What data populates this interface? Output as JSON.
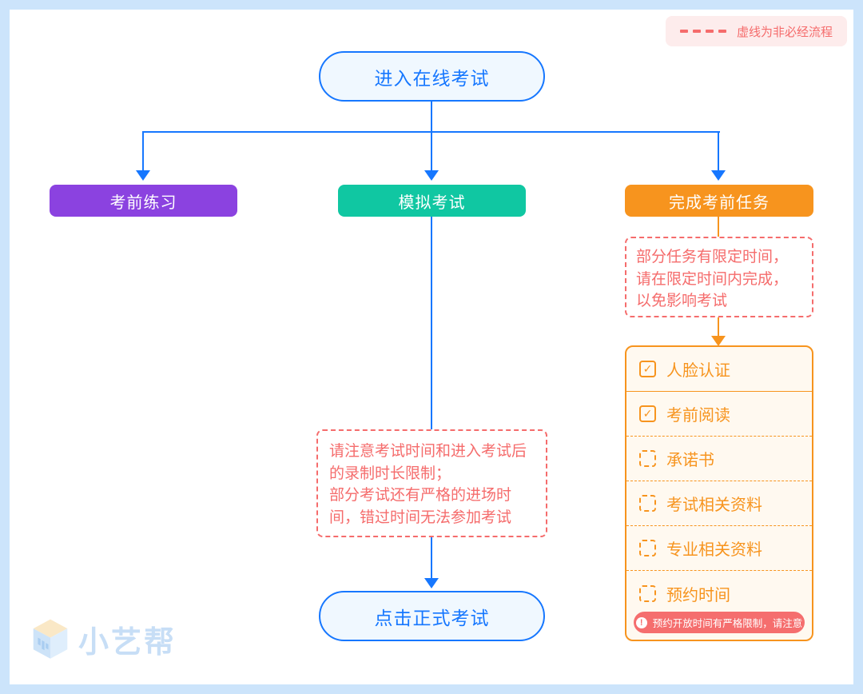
{
  "colors": {
    "blue": "#1677FF",
    "purple": "#8B42E0",
    "green": "#10C7A2",
    "orange": "#F7941E",
    "red": "#F56C6C",
    "badge": "#F56E6E",
    "frame": "#CCE4FB",
    "pillbg": "#F0F8FF",
    "cream": "#FFF9F0",
    "legendbg": "#FDECEC",
    "logo": "#C7DEF6"
  },
  "legend": {
    "dash_label": "虚线为非必经流程"
  },
  "nodes": {
    "start": "进入在线考试",
    "branches": [
      {
        "label": "考前练习"
      },
      {
        "label": "模拟考试"
      },
      {
        "label": "完成考前任务"
      }
    ],
    "task_note": "部分任务有限定时间，请在限定时间内完成，以免影响考试",
    "exam_note_line1": "请注意考试时间和进入考试后的录制时长限制；",
    "exam_note_line2": "部分考试还有严格的进场时间，错过时间无法参加考试",
    "end": "点击正式考试"
  },
  "checklist": {
    "items": [
      {
        "label": "人脸认证",
        "checked": true
      },
      {
        "label": "考前阅读",
        "checked": true
      },
      {
        "label": "承诺书",
        "checked": false
      },
      {
        "label": "考试相关资料",
        "checked": false
      },
      {
        "label": "专业相关资料",
        "checked": false
      },
      {
        "label": "预约时间",
        "checked": false
      }
    ],
    "warning": "预约开放时间有严格限制，请注意",
    "warning_icon": "exclamation-circle-icon"
  },
  "logo": {
    "text": "小艺帮"
  }
}
